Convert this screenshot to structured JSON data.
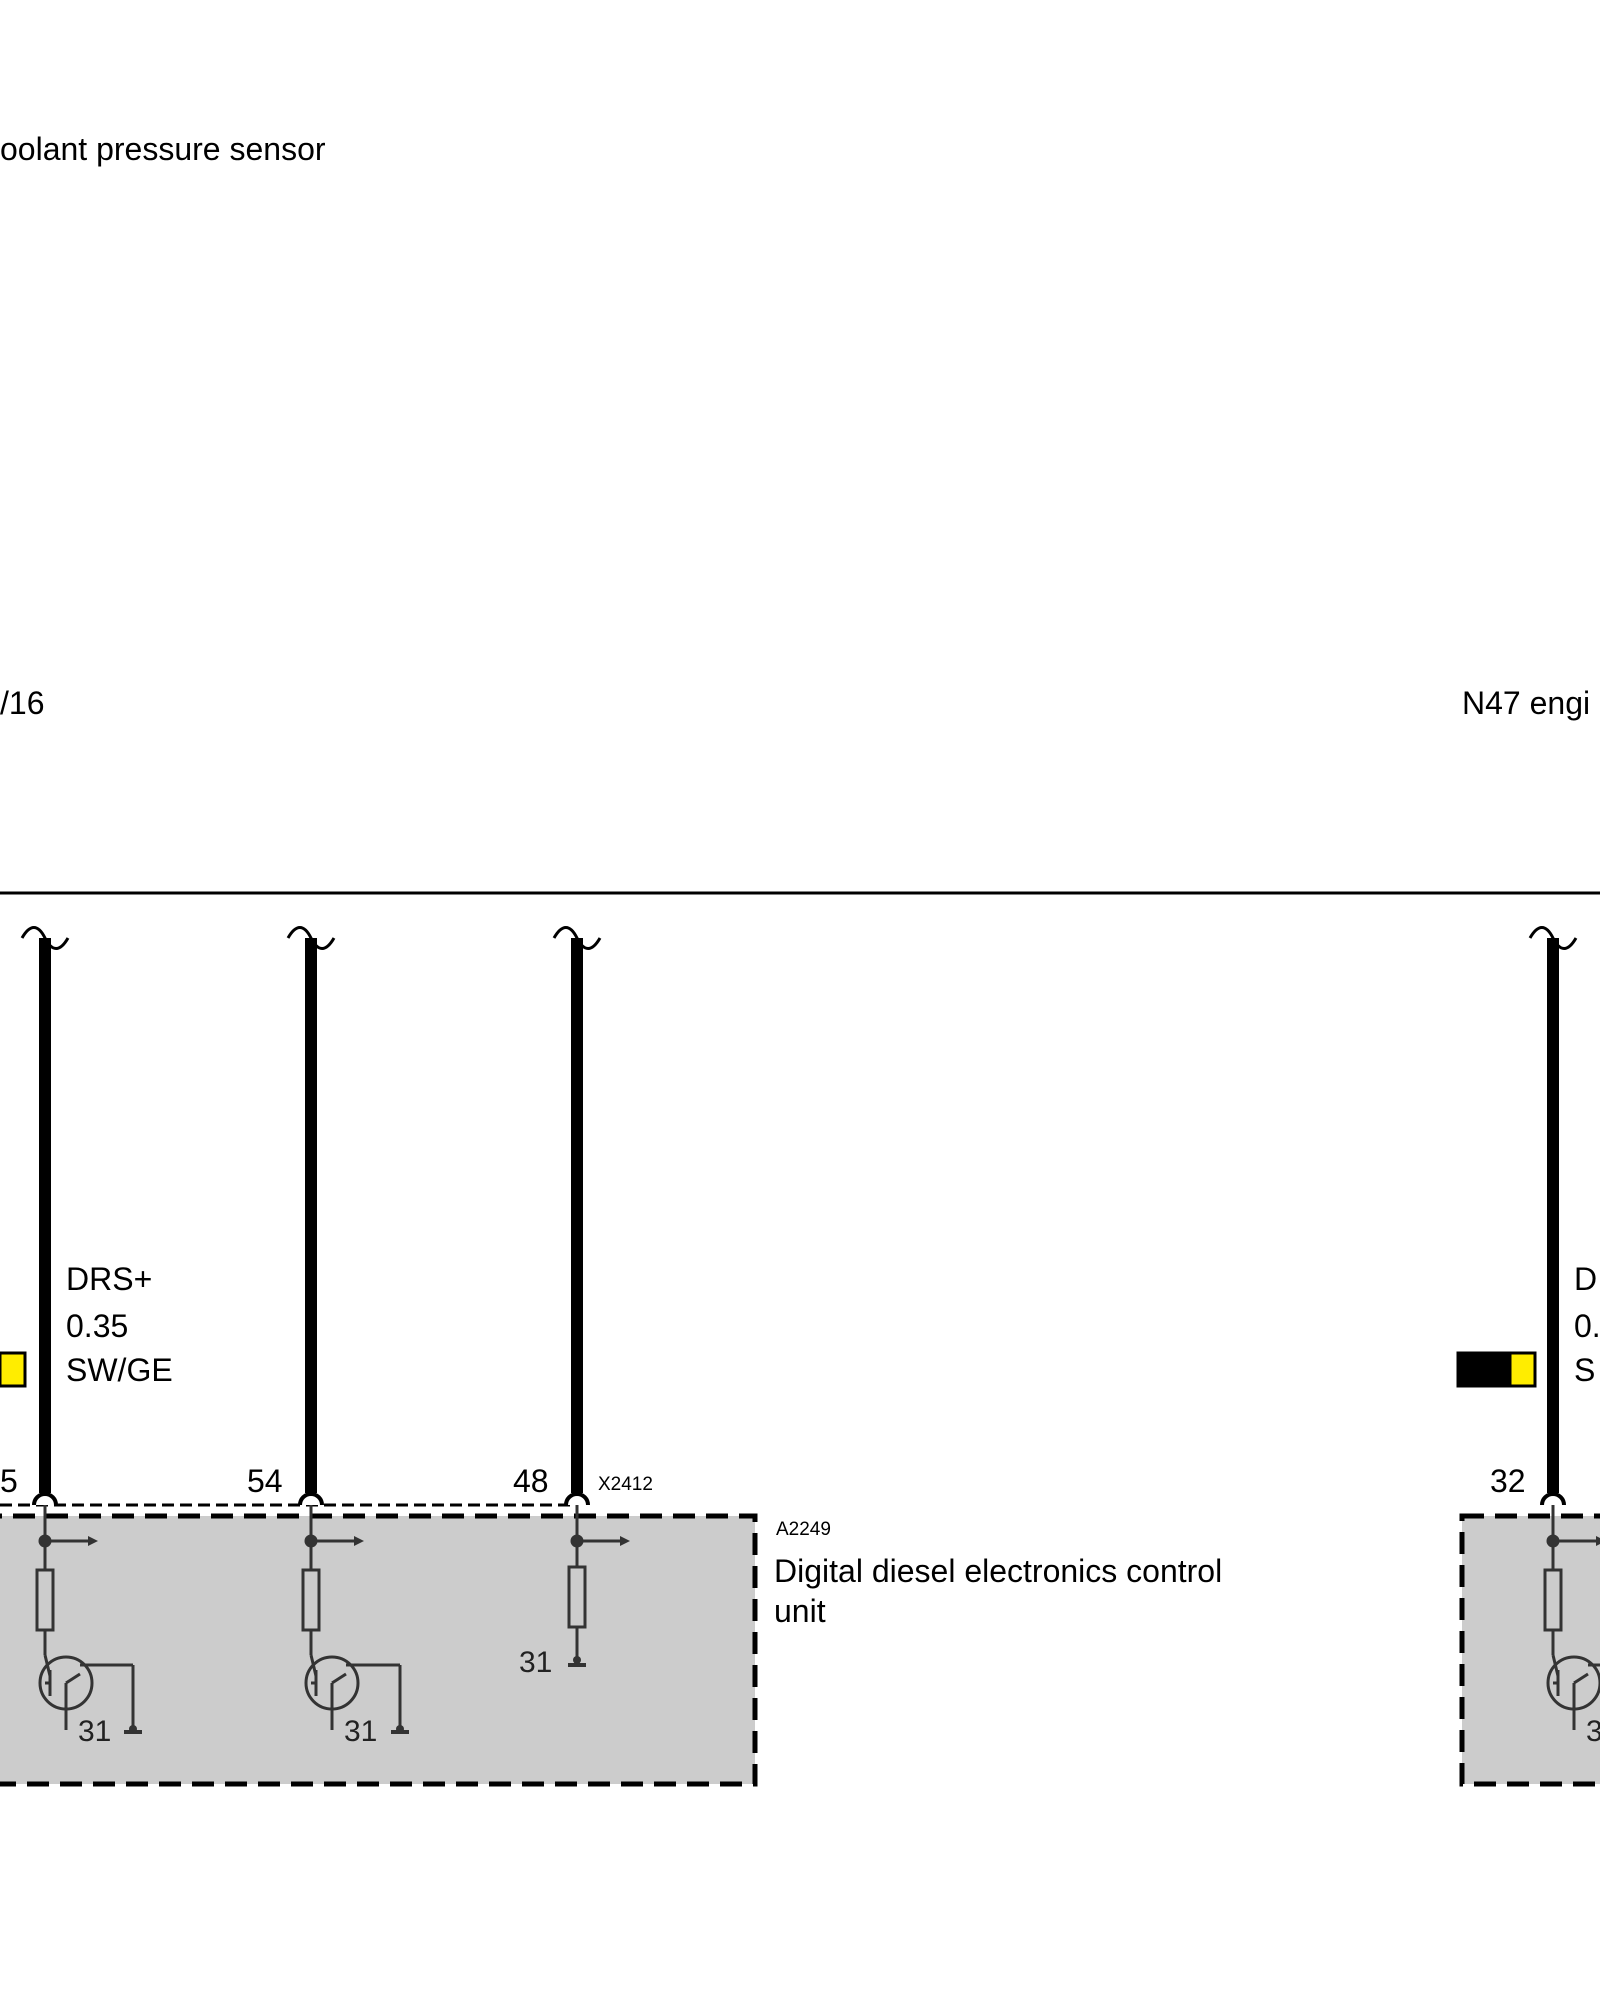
{
  "title_top": "oolant pressure sensor",
  "left_device_label": "/16",
  "right_device_label": "N47 engi",
  "wires": {
    "left": {
      "signal": "DRS+",
      "gauge": "0.35",
      "color_code": "SW/GE",
      "color_primary": "#000000",
      "color_stripe": "#ffed00"
    },
    "right": {
      "signal": "D",
      "gauge": "0.",
      "color_code": "S",
      "color_primary": "#000000",
      "color_stripe": "#ffed00"
    }
  },
  "pins": {
    "p1": "5",
    "p2": "54",
    "p3": "48",
    "p4": "32"
  },
  "connector_id": "X2412",
  "control_unit": {
    "id": "A2249",
    "name_line1": "Digital diesel electronics control",
    "name_line2": "unit",
    "fill_color": "#cccccc"
  },
  "ground_labels": {
    "g1": "31",
    "g2": "31",
    "g3": "31",
    "g4": "3"
  }
}
